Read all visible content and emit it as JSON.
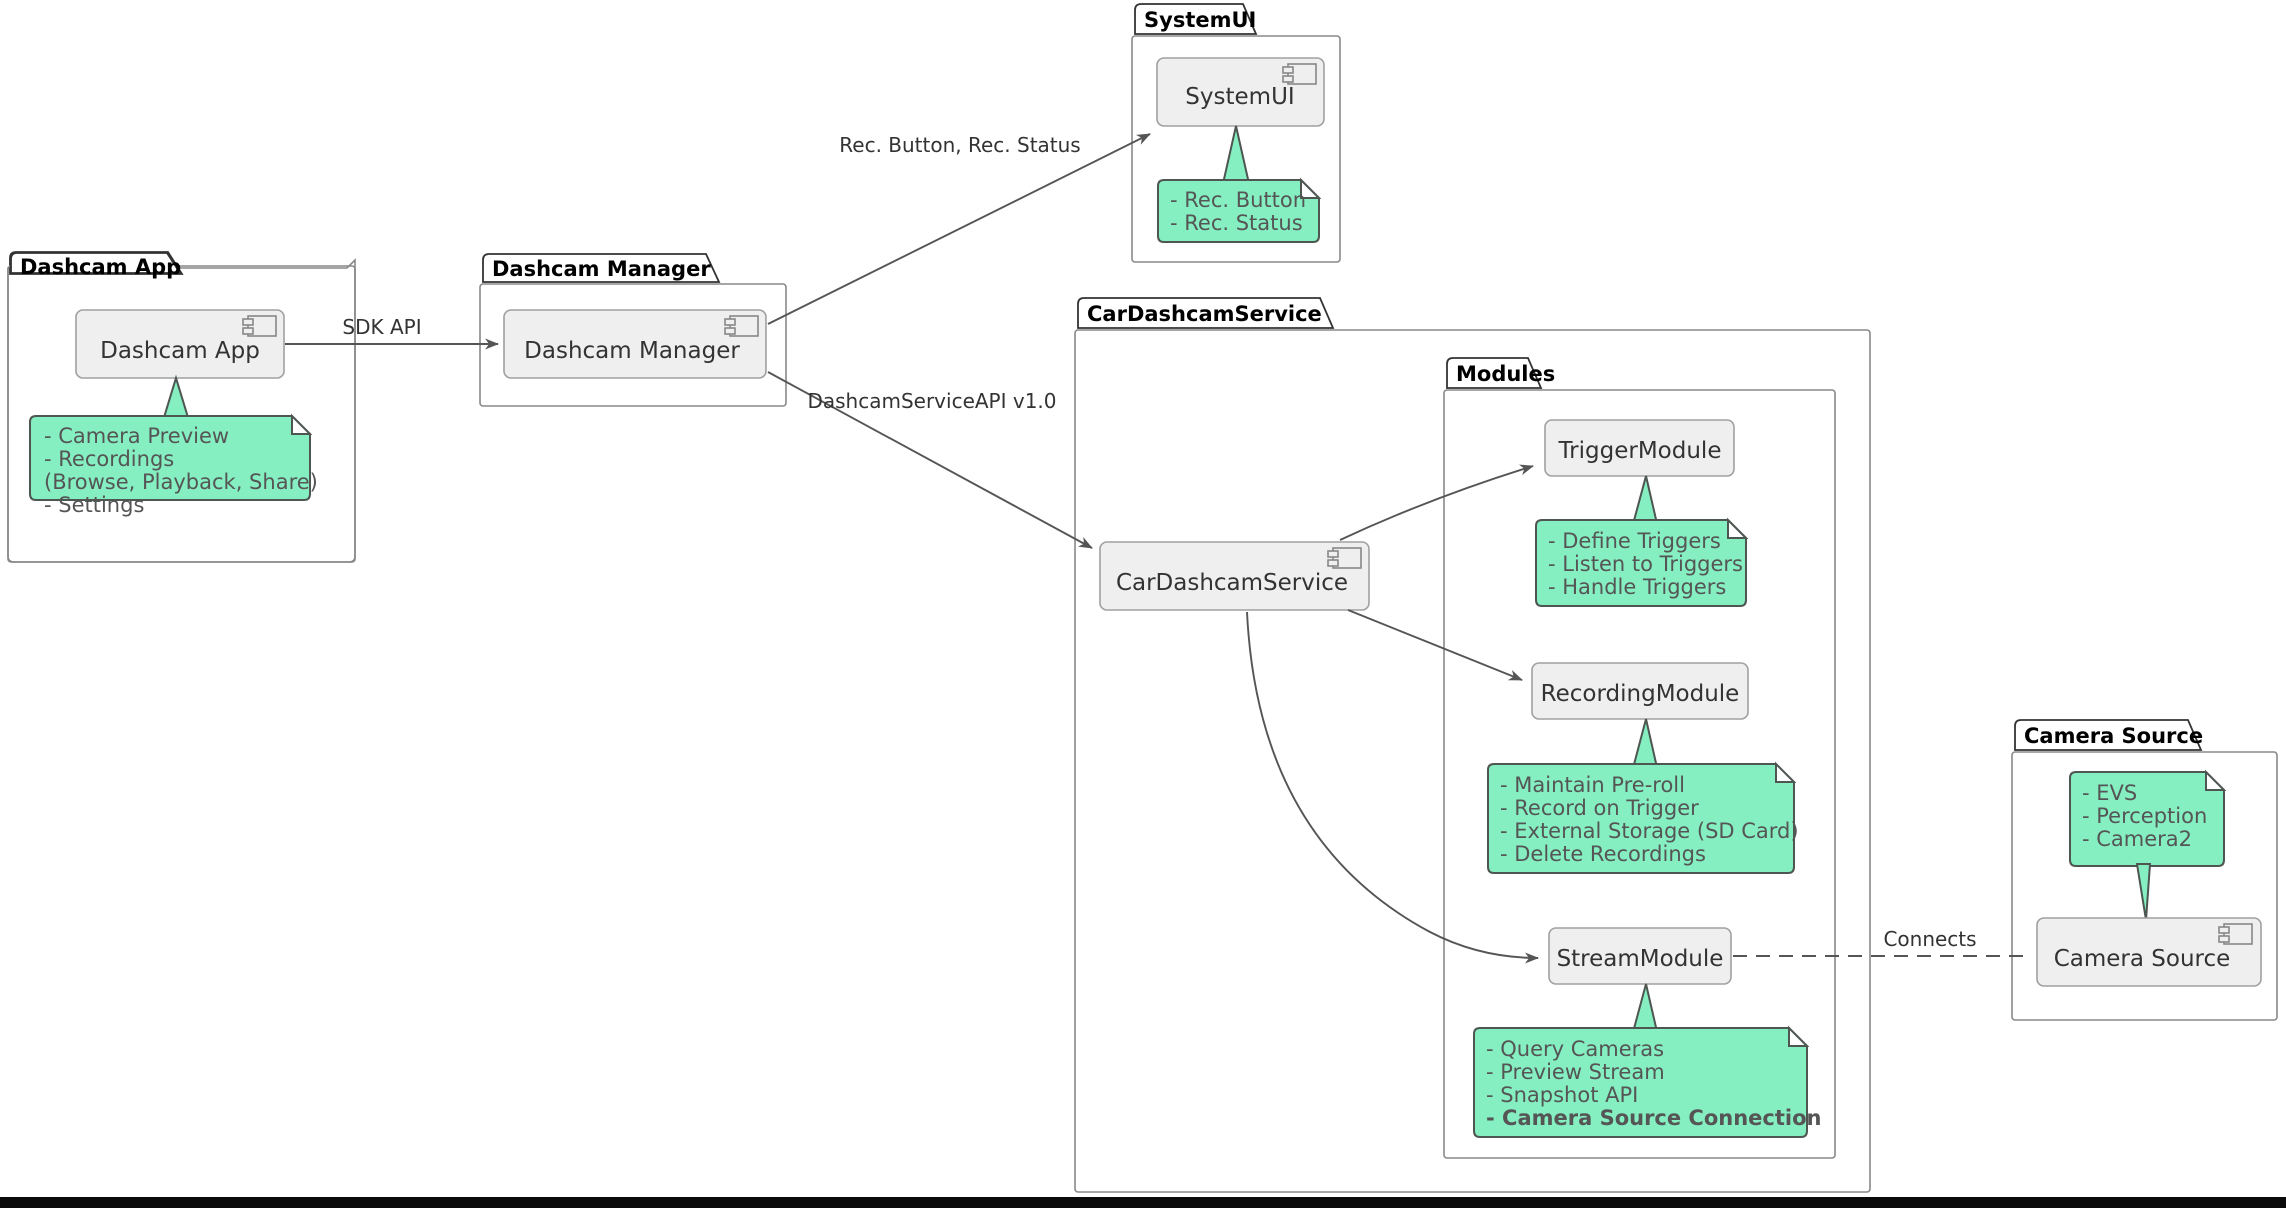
{
  "diagram": {
    "type": "uml-component-diagram",
    "title": "",
    "colors": {
      "note_fill": "#85EFC2",
      "note_stroke": "#4d5650",
      "component_fill": "#efefef",
      "component_stroke": "#a0a0a0",
      "package_stroke": "#888888",
      "edge_stroke": "#555555",
      "background": "#ffffff",
      "bottom_bar": "#0a0a0a"
    }
  },
  "packages": {
    "dashcam_app": {
      "title": "Dashcam App",
      "component": "Dashcam App",
      "note": [
        "- Camera Preview",
        "- Recordings",
        "  (Browse, Playback, Share)",
        "- Settings"
      ]
    },
    "dashcam_manager": {
      "title": "Dashcam Manager",
      "component": "Dashcam Manager"
    },
    "system_ui": {
      "title": "SystemUI",
      "component": "SystemUI",
      "note": [
        "- Rec. Button",
        "- Rec. Status"
      ]
    },
    "car_dashcam_service": {
      "title": "CarDashcamService",
      "component": "CarDashcamService"
    },
    "modules": {
      "title": "Modules",
      "trigger_module": {
        "component": "TriggerModule",
        "note": [
          "- Define Triggers",
          "- Listen to Triggers",
          "- Handle Triggers"
        ]
      },
      "recording_module": {
        "component": "RecordingModule",
        "note": [
          "- Maintain Pre-roll",
          "- Record on Trigger",
          "- External Storage (SD Card)",
          "- Delete Recordings"
        ]
      },
      "stream_module": {
        "component": "StreamModule",
        "note": [
          "- Query Cameras",
          "- Preview Stream",
          "- Snapshot API"
        ],
        "note_bold": "- Camera Source Connection"
      }
    },
    "camera_source": {
      "title": "Camera Source",
      "component": "Camera Source",
      "note": [
        "- EVS",
        "- Perception",
        "- Camera2"
      ]
    }
  },
  "edges": {
    "sdk_api": "SDK API",
    "rec_button_status": "Rec. Button, Rec. Status",
    "dashcam_service_api": "DashcamServiceAPI v1.0",
    "connects": "Connects"
  }
}
